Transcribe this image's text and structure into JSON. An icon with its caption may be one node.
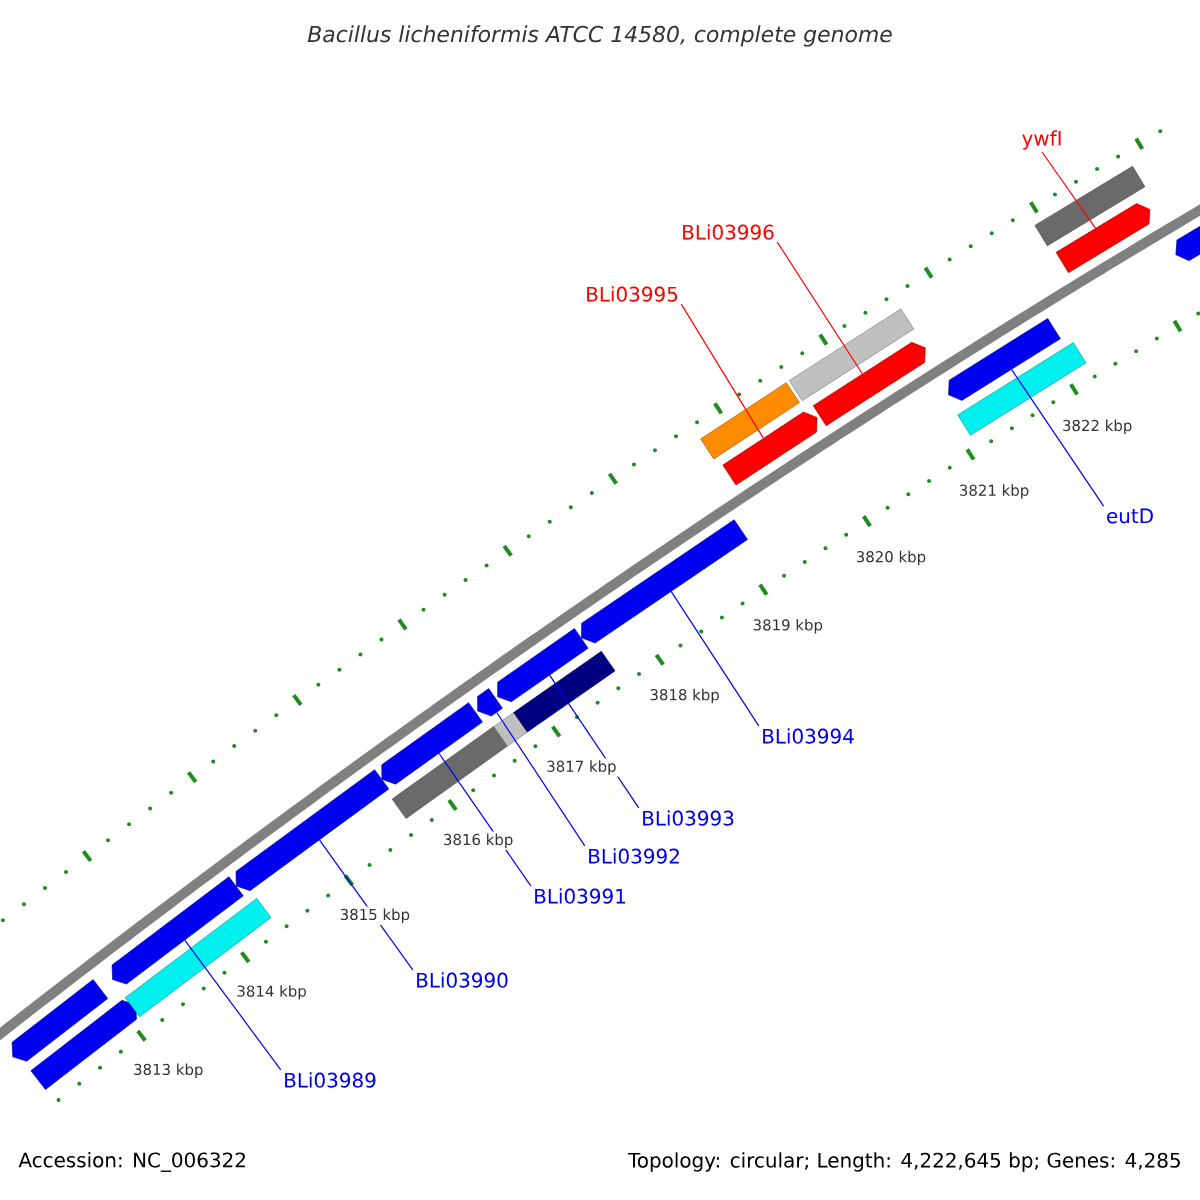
{
  "diagram": {
    "title": "Bacillus licheniformis ATCC 14580, complete genome",
    "nodes": [
      {
        "text": [
          "ywfI"
        ]
      },
      {
        "text": [
          "BLi03996"
        ]
      },
      {
        "text": [
          "BLi03995"
        ]
      },
      {
        "text": [
          "eutD"
        ]
      },
      {
        "text": [
          "BLi03994"
        ]
      },
      {
        "text": [
          "BLi03993"
        ]
      },
      {
        "text": [
          "BLi03992"
        ]
      },
      {
        "text": [
          "BLi03991"
        ]
      },
      {
        "text": [
          "BLi03990"
        ]
      },
      {
        "text": [
          "BLi03989"
        ]
      },
      {
        "text": [],
        "shape": "bar"
      },
      {
        "text": [],
        "shape": "bar"
      },
      {
        "text": [],
        "shape": "bar"
      },
      {
        "text": [],
        "shape": "bar"
      },
      {
        "text": [],
        "shape": "bar"
      },
      {
        "text": [],
        "shape": "bar"
      },
      {
        "text": [],
        "shape": "bar"
      },
      {
        "text": [],
        "shape": "bar"
      },
      {
        "text": [],
        "shape": "bar"
      },
      {
        "text": [],
        "shape": "bar"
      },
      {
        "text": [],
        "shape": "bar"
      },
      {
        "text": [],
        "shape": "bar"
      },
      {
        "text": [],
        "shape": "bar"
      },
      {
        "text": [],
        "shape": "bar"
      },
      {
        "text": [],
        "shape": "bar"
      },
      {
        "text": [],
        "shape": "bar"
      },
      {
        "text": [],
        "shape": "bar"
      },
      {
        "text": [],
        "shape": "bar"
      },
      {
        "text": [],
        "shape": "bar"
      },
      {
        "text": [],
        "shape": "bar"
      },
      {
        "text": [],
        "shape": "bar"
      }
    ],
    "edges": [
      {
        "from": 0,
        "to": 29,
        "arrow": "none",
        "color": "#ff0000"
      },
      {
        "from": 1,
        "to": 25,
        "arrow": "none",
        "color": "#ff0000"
      },
      {
        "from": 2,
        "to": 23,
        "arrow": "none",
        "color": "#ff0000"
      },
      {
        "from": 3,
        "to": 27,
        "arrow": "none"
      },
      {
        "from": 4,
        "to": 21,
        "arrow": "none"
      },
      {
        "from": 5,
        "to": 19,
        "arrow": "none"
      },
      {
        "from": 6,
        "to": 17,
        "arrow": "none"
      },
      {
        "from": 7,
        "to": 16,
        "arrow": "none"
      },
      {
        "from": 8,
        "to": 14,
        "arrow": "none"
      },
      {
        "from": 9,
        "to": 13,
        "arrow": "none"
      }
    ],
    "labels": [
      "3822 kbp",
      "3821 kbp",
      "3820 kbp",
      "3819 kbp",
      "3818 kbp",
      "3817 kbp",
      "3816 kbp",
      "3815 kbp",
      "3814 kbp",
      "3813 kbp",
      "Accession: NC_006322",
      "Topology: circular; Length: 4,222,645 bp; Genes: 4,285"
    ]
  }
}
